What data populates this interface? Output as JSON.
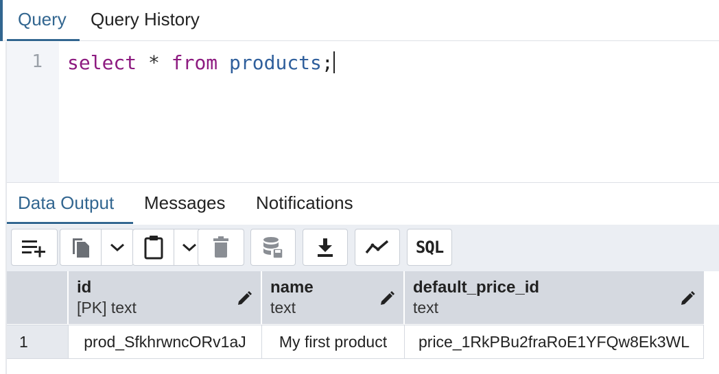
{
  "tabs": {
    "query": "Query",
    "history": "Query History"
  },
  "editor": {
    "line_number": "1",
    "tokens": {
      "select": "select",
      "star": "*",
      "from": "from",
      "table": "products",
      "semicolon": ";"
    }
  },
  "output_tabs": {
    "data_output": "Data Output",
    "messages": "Messages",
    "notifications": "Notifications"
  },
  "toolbar": {
    "icons": [
      "add-row-icon",
      "copy-icon",
      "chevron-down-icon",
      "paste-icon",
      "chevron-down-icon",
      "delete-icon",
      "save-data-icon",
      "download-icon",
      "graph-icon",
      "sql-icon"
    ],
    "sql_label": "SQL"
  },
  "grid": {
    "columns": [
      {
        "name": "id",
        "type": "[PK] text"
      },
      {
        "name": "name",
        "type": "text"
      },
      {
        "name": "default_price_id",
        "type": "text"
      }
    ],
    "rows": [
      {
        "row_number": "1",
        "cells": [
          "prod_SfkhrwncORv1aJ",
          "My first product",
          "price_1RkPBu2fraRoE1YFQw8Ek3WL"
        ]
      }
    ]
  },
  "colors": {
    "accent": "#326690",
    "keyword": "#8d1b80",
    "identifier": "#2f5f9c",
    "header_bg": "#d5d9e0"
  }
}
